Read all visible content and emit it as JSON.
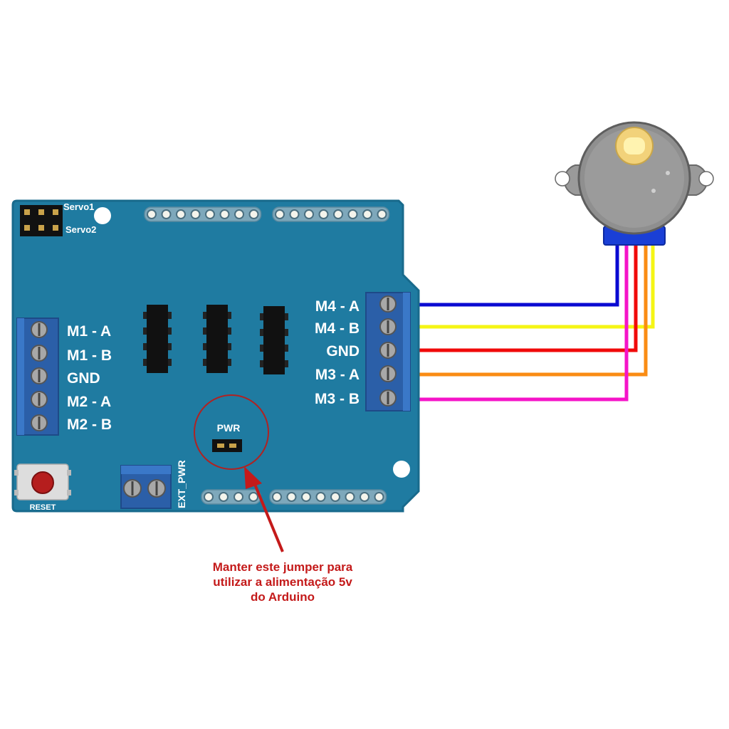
{
  "board": {
    "servo1_label": "Servo1",
    "servo2_label": "Servo2",
    "pwr_label": "PWR",
    "ext_pwr_label": "EXT_PWR",
    "reset_label": "RESET",
    "left_terminals": [
      "M1 - A",
      "M1 - B",
      "GND",
      "M2 - A",
      "M2 - B"
    ],
    "right_terminals": [
      "M4 - A",
      "M4 - B",
      "GND",
      "M3 - A",
      "M3 - B"
    ]
  },
  "wires": [
    {
      "terminal": "M4 - A",
      "color": "#0a0ad2"
    },
    {
      "terminal": "M4 - B",
      "color": "#f5f514"
    },
    {
      "terminal": "GND",
      "color": "#f00a0a"
    },
    {
      "terminal": "M3 - A",
      "color": "#fa8c14"
    },
    {
      "terminal": "M3 - B",
      "color": "#f514c8"
    }
  ],
  "colors": {
    "board": "#1f7ba1",
    "board_edge": "#186a8c",
    "terminal_block": "#2b5fa8",
    "annotation": "#c41a1a"
  },
  "annotation": {
    "line1": "Manter este jumper para",
    "line2": "utilizar a alimentação 5v",
    "line3": "do Arduino"
  }
}
